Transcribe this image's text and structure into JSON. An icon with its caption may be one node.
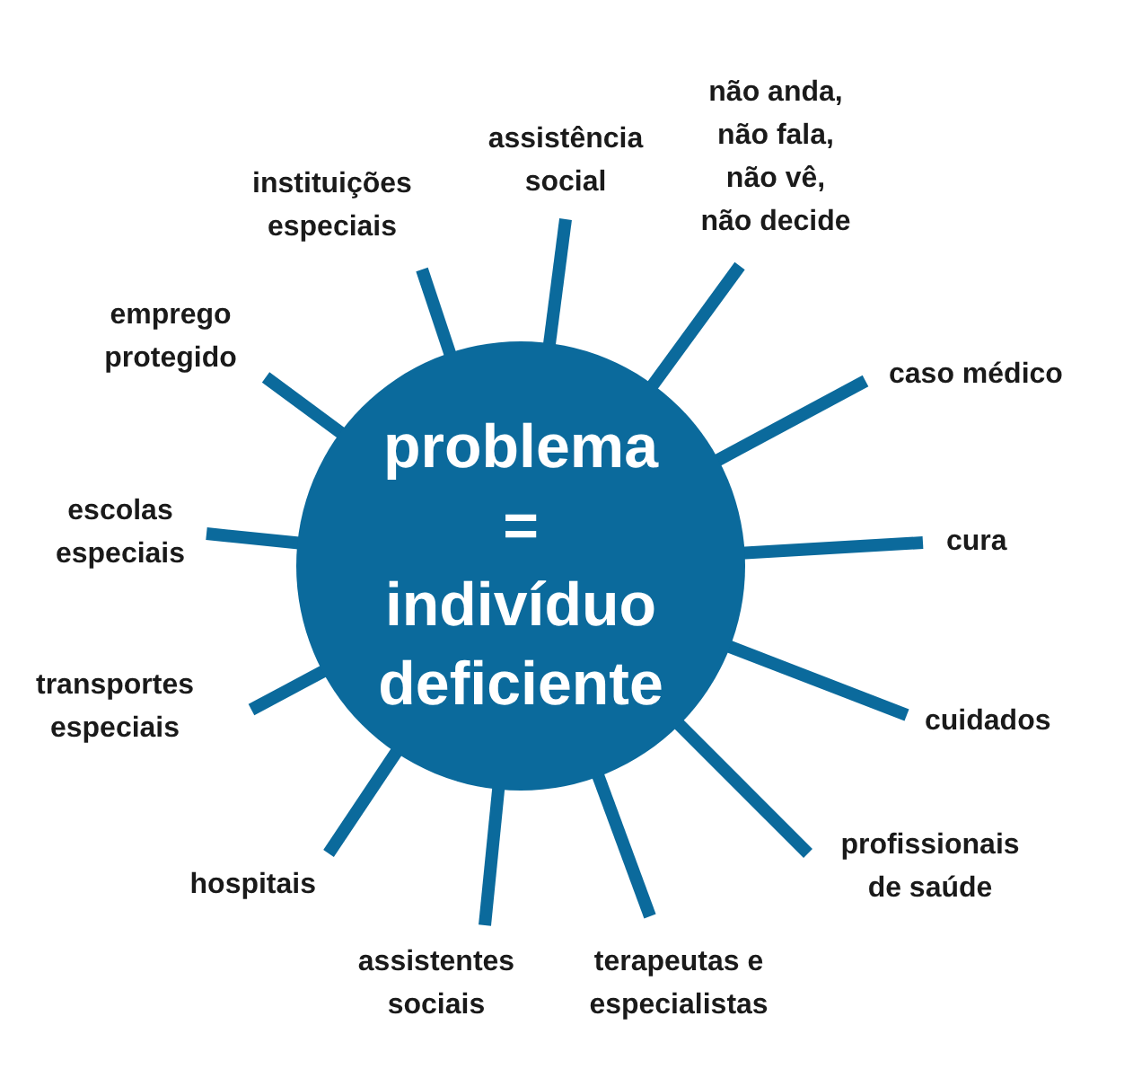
{
  "diagram": {
    "nodes": [
      {
        "text": [
          "problema",
          "=",
          "indivíduo deficiente"
        ]
      },
      {
        "text": [
          "assistência social"
        ]
      },
      {
        "text": [
          "não anda, não fala, não vê, não decide"
        ]
      },
      {
        "text": [
          "caso médico"
        ]
      },
      {
        "text": [
          "cura"
        ]
      },
      {
        "text": [
          "cuidados"
        ]
      },
      {
        "text": [
          "profissionais de saúde"
        ]
      },
      {
        "text": [
          "terapeutas e especialistas"
        ]
      },
      {
        "text": [
          "assistentes sociais"
        ]
      },
      {
        "text": [
          "hospitais"
        ]
      },
      {
        "text": [
          "transportes especiais"
        ]
      },
      {
        "text": [
          "escolas especiais"
        ]
      },
      {
        "text": [
          "emprego protegido"
        ]
      },
      {
        "text": [
          "instituições especiais"
        ]
      }
    ],
    "edges": [
      {
        "from": 0,
        "to": 1,
        "arrow": "none"
      },
      {
        "from": 0,
        "to": 2,
        "arrow": "none"
      },
      {
        "from": 0,
        "to": 3,
        "arrow": "none"
      },
      {
        "from": 0,
        "to": 4,
        "arrow": "none"
      },
      {
        "from": 0,
        "to": 5,
        "arrow": "none"
      },
      {
        "from": 0,
        "to": 6,
        "arrow": "none"
      },
      {
        "from": 0,
        "to": 7,
        "arrow": "none"
      },
      {
        "from": 0,
        "to": 8,
        "arrow": "none"
      },
      {
        "from": 0,
        "to": 9,
        "arrow": "none"
      },
      {
        "from": 0,
        "to": 10,
        "arrow": "none"
      },
      {
        "from": 0,
        "to": 11,
        "arrow": "none"
      },
      {
        "from": 0,
        "to": 12,
        "arrow": "none"
      },
      {
        "from": 0,
        "to": 13,
        "arrow": "none"
      }
    ]
  }
}
